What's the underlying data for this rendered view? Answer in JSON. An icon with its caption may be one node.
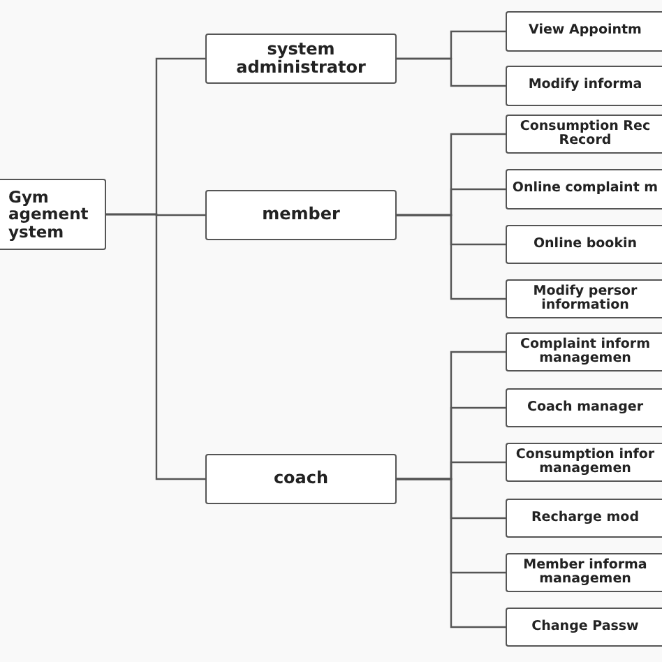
{
  "diagram": {
    "nodes": [
      {
        "text": [
          "Gym agement ystem"
        ]
      },
      {
        "text": [
          "system administrator"
        ]
      },
      {
        "text": [
          "member"
        ]
      },
      {
        "text": [
          "coach"
        ]
      },
      {
        "text": [
          "View Appointm"
        ]
      },
      {
        "text": [
          "Modify informa"
        ]
      },
      {
        "text": [
          "Consumption Rec Record"
        ]
      },
      {
        "text": [
          "Online complaint m"
        ]
      },
      {
        "text": [
          "Online bookin"
        ]
      },
      {
        "text": [
          "Modify persor information"
        ]
      },
      {
        "text": [
          "Complaint inform managemen"
        ]
      },
      {
        "text": [
          "Coach manager"
        ]
      },
      {
        "text": [
          "Consumption infor managemen"
        ]
      },
      {
        "text": [
          "Recharge mod"
        ]
      },
      {
        "text": [
          "Member informa managemen"
        ]
      },
      {
        "text": [
          "Change Passw"
        ]
      }
    ],
    "edges": [
      {
        "from": 0,
        "to": 1,
        "arrow": "none"
      },
      {
        "from": 0,
        "to": 2,
        "arrow": "none"
      },
      {
        "from": 0,
        "to": 3,
        "arrow": "none"
      },
      {
        "from": 1,
        "to": 4,
        "arrow": "none"
      },
      {
        "from": 1,
        "to": 5,
        "arrow": "none"
      },
      {
        "from": 2,
        "to": 6,
        "arrow": "none"
      },
      {
        "from": 2,
        "to": 7,
        "arrow": "none"
      },
      {
        "from": 2,
        "to": 8,
        "arrow": "none"
      },
      {
        "from": 2,
        "to": 9,
        "arrow": "none"
      },
      {
        "from": 3,
        "to": 10,
        "arrow": "none"
      },
      {
        "from": 3,
        "to": 11,
        "arrow": "none"
      },
      {
        "from": 3,
        "to": 12,
        "arrow": "none"
      },
      {
        "from": 3,
        "to": 13,
        "arrow": "none"
      },
      {
        "from": 3,
        "to": 14,
        "arrow": "none"
      },
      {
        "from": 3,
        "to": 15,
        "arrow": "none"
      }
    ]
  }
}
